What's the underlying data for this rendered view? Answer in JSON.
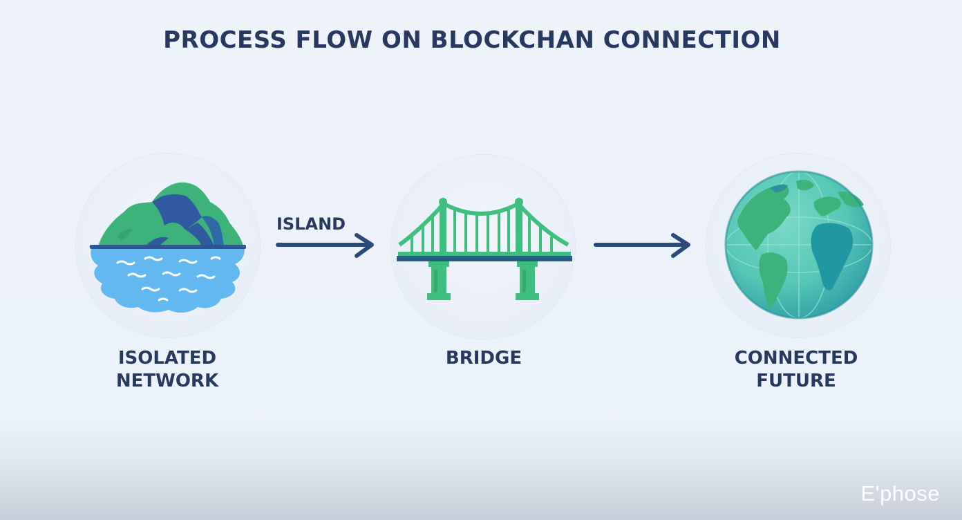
{
  "title": "PROCESS FLOW ON BLOCKCHAN CONNECTION",
  "stages": [
    {
      "icon": "island-icon",
      "label_line1": "ISOLATED",
      "label_line2": "NETWORK"
    },
    {
      "icon": "bridge-icon",
      "label_line1": "BRIDGE",
      "label_line2": ""
    },
    {
      "icon": "globe-icon",
      "label_line1": "CONNECTED",
      "label_line2": "FUTURE"
    }
  ],
  "arrows": [
    {
      "label": "ISLAND"
    },
    {
      "label": ""
    }
  ],
  "watermark": "E'phose",
  "colors": {
    "text": "#27395f",
    "arrow": "#2a4a7a",
    "green": "#3fbf7f",
    "water": "#62b8ef",
    "teal": "#1f98a3"
  }
}
